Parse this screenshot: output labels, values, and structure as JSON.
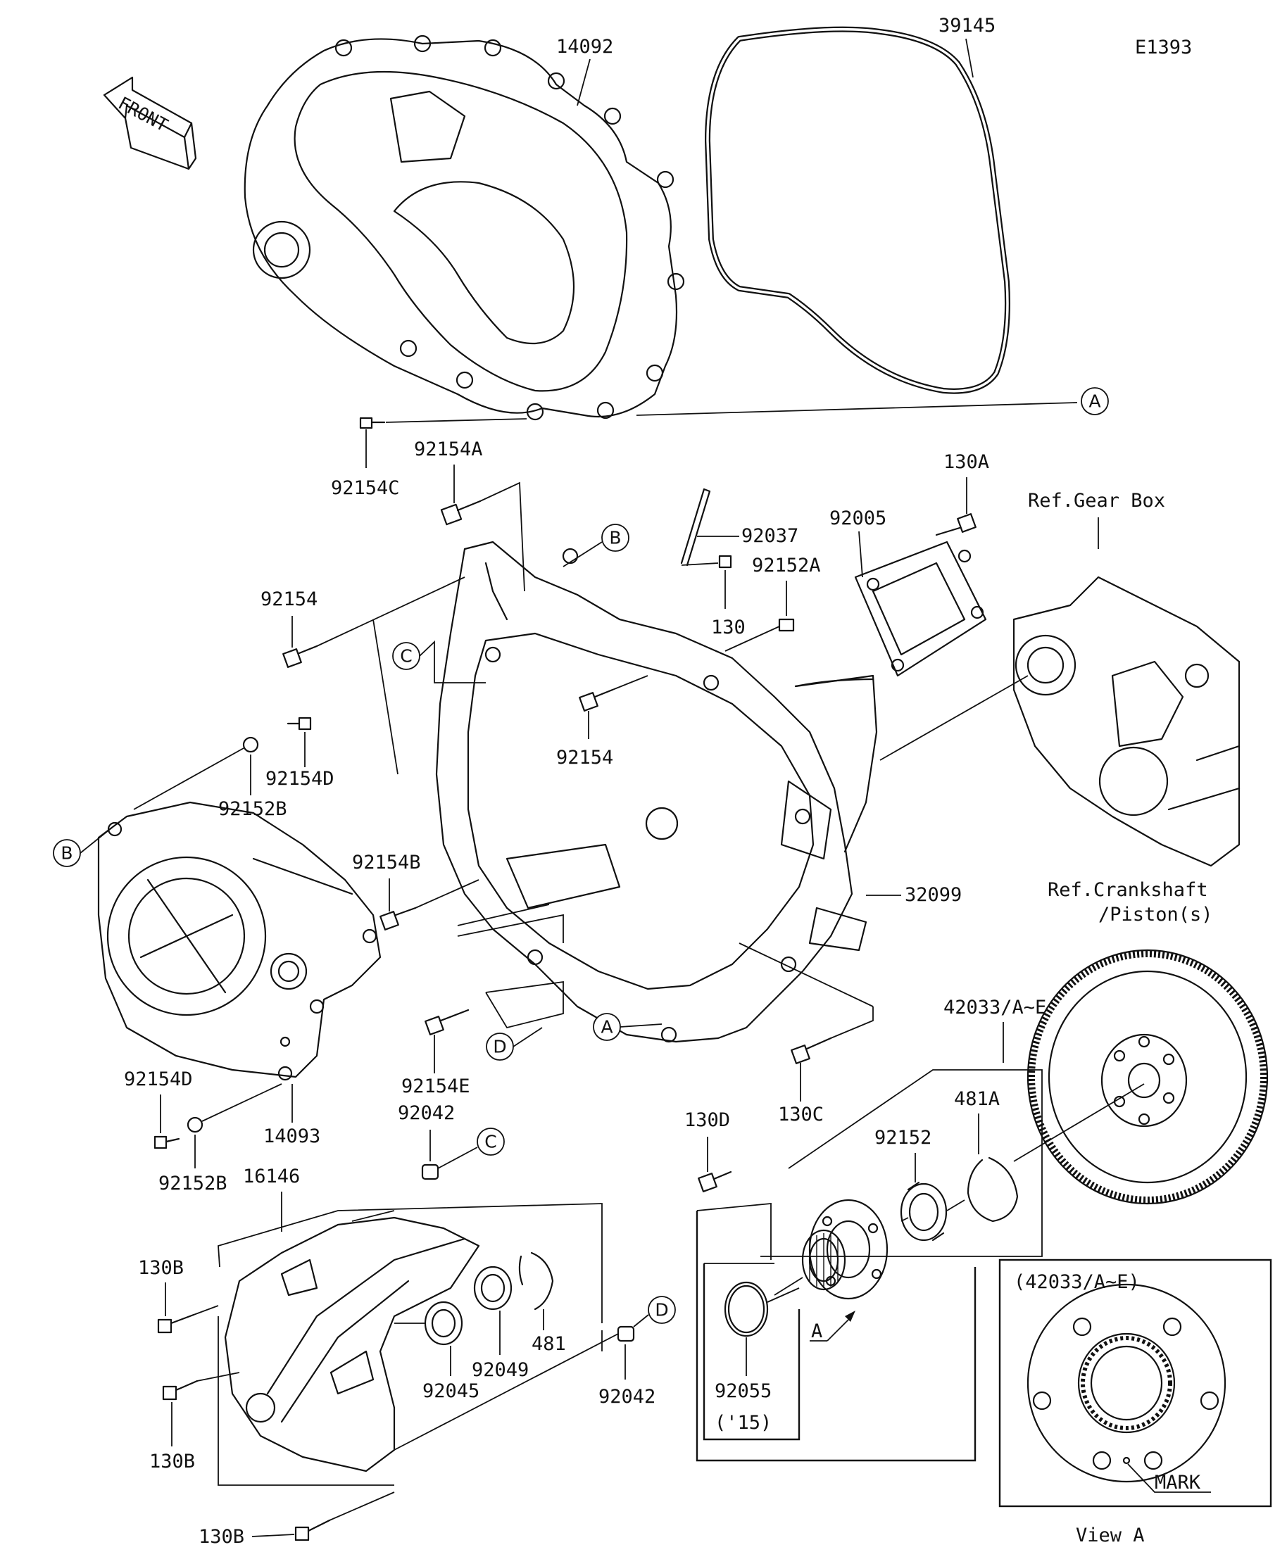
{
  "diagram_code": "E1393",
  "front_label": "FRONT",
  "parts": {
    "p14092": "14092",
    "p39145": "39145",
    "p92154C": "92154C",
    "p92154A": "92154A",
    "p130A": "130A",
    "ref_gear_box": "Ref.Gear Box",
    "p92037": "92037",
    "p92005": "92005",
    "p92152A": "92152A",
    "p130": "130",
    "p92154_top": "92154",
    "p92154_mid": "92154",
    "p92154D_top": "92154D",
    "p92152B_top": "92152B",
    "p92154B": "92154B",
    "p32099": "32099",
    "ref_crankshaft_1": "Ref.Crankshaft",
    "ref_crankshaft_2": "/Piston(s)",
    "p42033": "42033/A~E",
    "p92154E": "92154E",
    "p130C": "130C",
    "p92154D_bot": "92154D",
    "p14093": "14093",
    "p92042_top": "92042",
    "p92152B_bot": "92152B",
    "p16146": "16146",
    "p130D": "130D",
    "p481A": "481A",
    "p92152": "92152",
    "p130B_1": "130B",
    "p130B_2": "130B",
    "p130B_3": "130B",
    "p481": "481",
    "p92049": "92049",
    "p92045": "92045",
    "p92042_bot": "92042",
    "p92055": "92055",
    "p92055_note": "('15)",
    "arrow_A": "A",
    "view_title": "(42033/A~E)",
    "mark": "MARK",
    "view_caption": "View A"
  },
  "callouts": {
    "A1": "A",
    "A2": "A",
    "B1": "B",
    "B2": "B",
    "C1": "C",
    "C2": "C",
    "D1": "D",
    "D2": "D"
  }
}
